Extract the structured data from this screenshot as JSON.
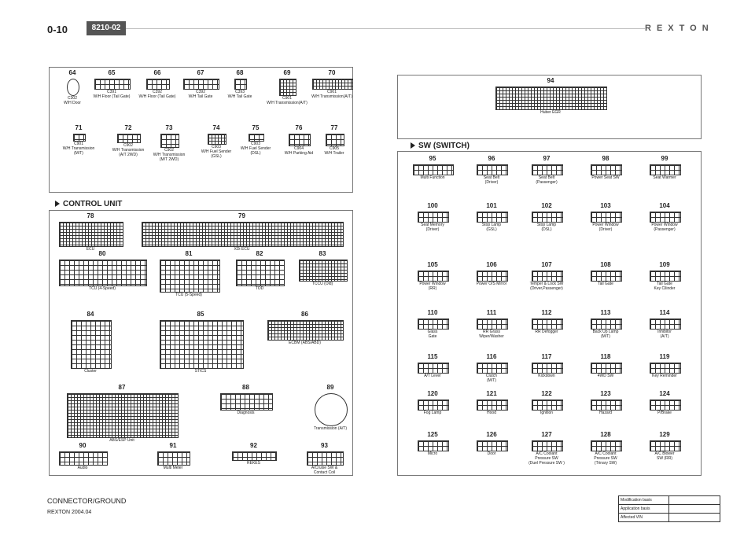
{
  "header": {
    "page": "0-10",
    "code": "8210-02",
    "brand": "REXTON"
  },
  "sections": {
    "control_unit": "CONTROL UNIT",
    "sw_switch": "SW (SWITCH)"
  },
  "top_panel": [
    {
      "n": "64",
      "cap": "C302\nW/H Door"
    },
    {
      "n": "65",
      "cap": "C391\nW/H Floor (Tail Gate)"
    },
    {
      "n": "66",
      "cap": "C392\nW/H Floor (Tail Gate)"
    },
    {
      "n": "67",
      "cap": "C392\nW/H Tail Gate"
    },
    {
      "n": "68",
      "cap": "C393\nW/H Tail Gate"
    },
    {
      "n": "69",
      "cap": "C901\nW/H Transmission(A/T)"
    },
    {
      "n": "70",
      "cap": "C901\nW/H Transmission(A/T)"
    },
    {
      "n": "71",
      "cap": "C901\nW/H Transmission\n(M/T)"
    },
    {
      "n": "72",
      "cap": "C902\nW/H Transmission\n(A/T 2WD)"
    },
    {
      "n": "73",
      "cap": "C902\nW/H Transmission\n(M/T 2WD)"
    },
    {
      "n": "74",
      "cap": "C903\nW/H Fuel Sender\n(GSL)"
    },
    {
      "n": "75",
      "cap": "C903\nW/H Fuel Sender\n(DSL)"
    },
    {
      "n": "76",
      "cap": "C904\nW/H Parking Aid"
    },
    {
      "n": "77",
      "cap": "C905\nW/H Trailer"
    }
  ],
  "control_units": [
    {
      "n": "78",
      "cap": "ECU"
    },
    {
      "n": "79",
      "cap": "XDi ECU"
    },
    {
      "n": "80",
      "cap": "TCU (4-Speed)"
    },
    {
      "n": "81",
      "cap": "TCU (5-Speed)"
    },
    {
      "n": "82",
      "cap": "TOD"
    },
    {
      "n": "83",
      "cap": "TCCU (Old)"
    },
    {
      "n": "84",
      "cap": "Cluster"
    },
    {
      "n": "85",
      "cap": "STICS"
    },
    {
      "n": "86",
      "cap": "ECBM (ABS/ABD)"
    },
    {
      "n": "87",
      "cap": "ABS/ESP Unit"
    },
    {
      "n": "88",
      "cap": "Diagnosis"
    },
    {
      "n": "89",
      "cap": "Transmission (A/T)"
    },
    {
      "n": "90",
      "cap": "Audio"
    },
    {
      "n": "91",
      "cap": "Multi Meter"
    },
    {
      "n": "92",
      "cap": "REKES"
    },
    {
      "n": "93",
      "cap": "A/Cruise SW &\nContact Coil"
    }
  ],
  "egr": {
    "n": "94",
    "cap": "Huber EGR"
  },
  "switches": [
    {
      "n": "95",
      "cap": "Multi Function"
    },
    {
      "n": "96",
      "cap": "Seat Belt\n(Driver)"
    },
    {
      "n": "97",
      "cap": "Seat Belt\n(Passenger)"
    },
    {
      "n": "98",
      "cap": "Power Seat SW"
    },
    {
      "n": "99",
      "cap": "Seat Warmer"
    },
    {
      "n": "100",
      "cap": "Seat Memory\n(Driver)"
    },
    {
      "n": "101",
      "cap": "Stop Lamp\n(GSL)"
    },
    {
      "n": "102",
      "cap": "Stop Lamp\n(DSL)"
    },
    {
      "n": "103",
      "cap": "Power Window\n(Driver)"
    },
    {
      "n": "104",
      "cap": "Power Window\n(Passenger)"
    },
    {
      "n": "105",
      "cap": "Power Window\n(RR)"
    },
    {
      "n": "106",
      "cap": "Power O/S Mirror"
    },
    {
      "n": "107",
      "cap": "Temper & Lock SW\n(Driver,Passenger)"
    },
    {
      "n": "108",
      "cap": "Tail Gate"
    },
    {
      "n": "109",
      "cap": "Tail Gate\nKey Cilinder"
    },
    {
      "n": "110",
      "cap": "Glass\nGate"
    },
    {
      "n": "111",
      "cap": "RR Grass\nWiper/Washer"
    },
    {
      "n": "112",
      "cap": "RR Defogger"
    },
    {
      "n": "113",
      "cap": "Back Up Lamp\n(M/T)"
    },
    {
      "n": "114",
      "cap": "Inhibitor\n(A/T)"
    },
    {
      "n": "115",
      "cap": "A/T Lever"
    },
    {
      "n": "116",
      "cap": "Clutch\n(M/T)"
    },
    {
      "n": "117",
      "cap": "Kickdown"
    },
    {
      "n": "118",
      "cap": "4WD SW"
    },
    {
      "n": "119",
      "cap": "Key Reminder"
    },
    {
      "n": "120",
      "cap": "Fog Lamp"
    },
    {
      "n": "121",
      "cap": "Hood"
    },
    {
      "n": "122",
      "cap": "Ignition"
    },
    {
      "n": "123",
      "cap": "Hazard"
    },
    {
      "n": "124",
      "cap": "P/Brake"
    },
    {
      "n": "125",
      "cap": "Micro"
    },
    {
      "n": "126",
      "cap": "Door"
    },
    {
      "n": "127",
      "cap": "A/C Coolant\nPressure SW\n(Duel Pressure SW )"
    },
    {
      "n": "128",
      "cap": "A/C Coolant\nPressure SW\n(Trinary SW)"
    },
    {
      "n": "129",
      "cap": "A/C Blower\nSW (RR)"
    }
  ],
  "footer": {
    "title": "CONNECTOR/GROUND",
    "sub": "REXTON 2004.04",
    "table": [
      "Modification basis",
      "Application basis",
      "Affected VIN"
    ]
  }
}
